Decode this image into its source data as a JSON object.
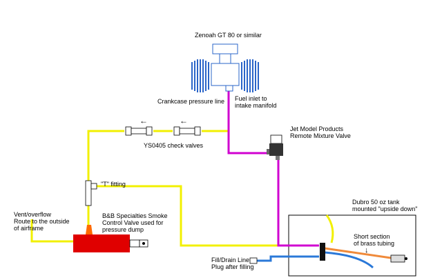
{
  "labels": {
    "engine": "Zenoah GT 80 or similar",
    "crankcase": "Crankcase pressure line",
    "fuel_inlet": "Fuel inlet to\nintake manifold",
    "check_valves": "YS0405 check valves",
    "remote_valve": "Jet Model Products\nRemote Mixture Valve",
    "t_fitting": "\"T\" fitting",
    "smoke_valve": "B&B Specialties Smoke\nControl Valve used for\npressure dump",
    "vent": "Vent/overflow\nRoute to the outside\nof airframe",
    "tank": "Dubro 50 oz tank\nmounted \"upside down\"",
    "brass": "Short section\nof brass tubing",
    "fill_drain": "Fill/Drain Line\nPlug after filling"
  },
  "glyphs": {
    "arrow_left": "←",
    "arrow_down": "↓"
  },
  "colors": {
    "yellow_line": "#f2f000",
    "magenta_line": "#d000d0",
    "blue_line": "#2a78d8",
    "orange_line": "#f08a3a",
    "smoke_valve_red": "#e00000",
    "engine_blue": "#2a64c8"
  }
}
